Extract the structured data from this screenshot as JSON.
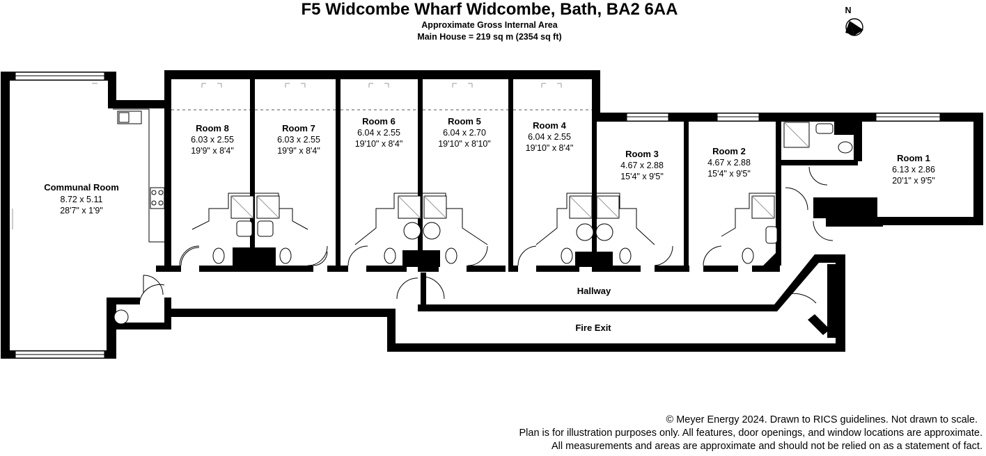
{
  "header": {
    "title": "F5 Widcombe Wharf Widcombe, Bath, BA2 6AA",
    "subtitle": "Approximate Gross Internal Area",
    "area": "Main House = 219 sq m (2354 sq ft)"
  },
  "compass": {
    "label": "N",
    "icon": "north-arrow-icon"
  },
  "rooms": [
    {
      "id": "communal",
      "name": "Communal Room",
      "metric": "8.72 x 5.11",
      "imperial": "28'7\" x 1'9\""
    },
    {
      "id": "room8",
      "name": "Room 8",
      "metric": "6.03 x 2.55",
      "imperial": "19'9\" x 8'4\""
    },
    {
      "id": "room7",
      "name": "Room 7",
      "metric": "6.03 x 2.55",
      "imperial": "19'9\" x 8'4\""
    },
    {
      "id": "room6",
      "name": "Room 6",
      "metric": "6.04 x 2.55",
      "imperial": "19'10\" x 8'4\""
    },
    {
      "id": "room5",
      "name": "Room 5",
      "metric": "6.04 x 2.70",
      "imperial": "19'10\" x 8'10\""
    },
    {
      "id": "room4",
      "name": "Room 4",
      "metric": "6.04 x 2.55",
      "imperial": "19'10\" x 8'4\""
    },
    {
      "id": "room3",
      "name": "Room 3",
      "metric": "4.67 x 2.88",
      "imperial": "15'4\" x 9'5\""
    },
    {
      "id": "room2",
      "name": "Room 2",
      "metric": "4.67 x 2.88",
      "imperial": "15'4\" x 9'5\""
    },
    {
      "id": "room1",
      "name": "Room 1",
      "metric": "6.13 x 2.86",
      "imperial": "20'1\" x 9'5\""
    }
  ],
  "areas": {
    "hallway": "Hallway",
    "fire_exit": "Fire Exit"
  },
  "disclaimer": {
    "line1": "© Meyer Energy 2024. Drawn to RICS guidelines.  Not drawn to scale.",
    "line2": "Plan is for illustration purposes only. All features, door openings, and window locations are approximate.",
    "line3": "All measurements and areas are approximate and should not be relied on as a statement of fact."
  }
}
